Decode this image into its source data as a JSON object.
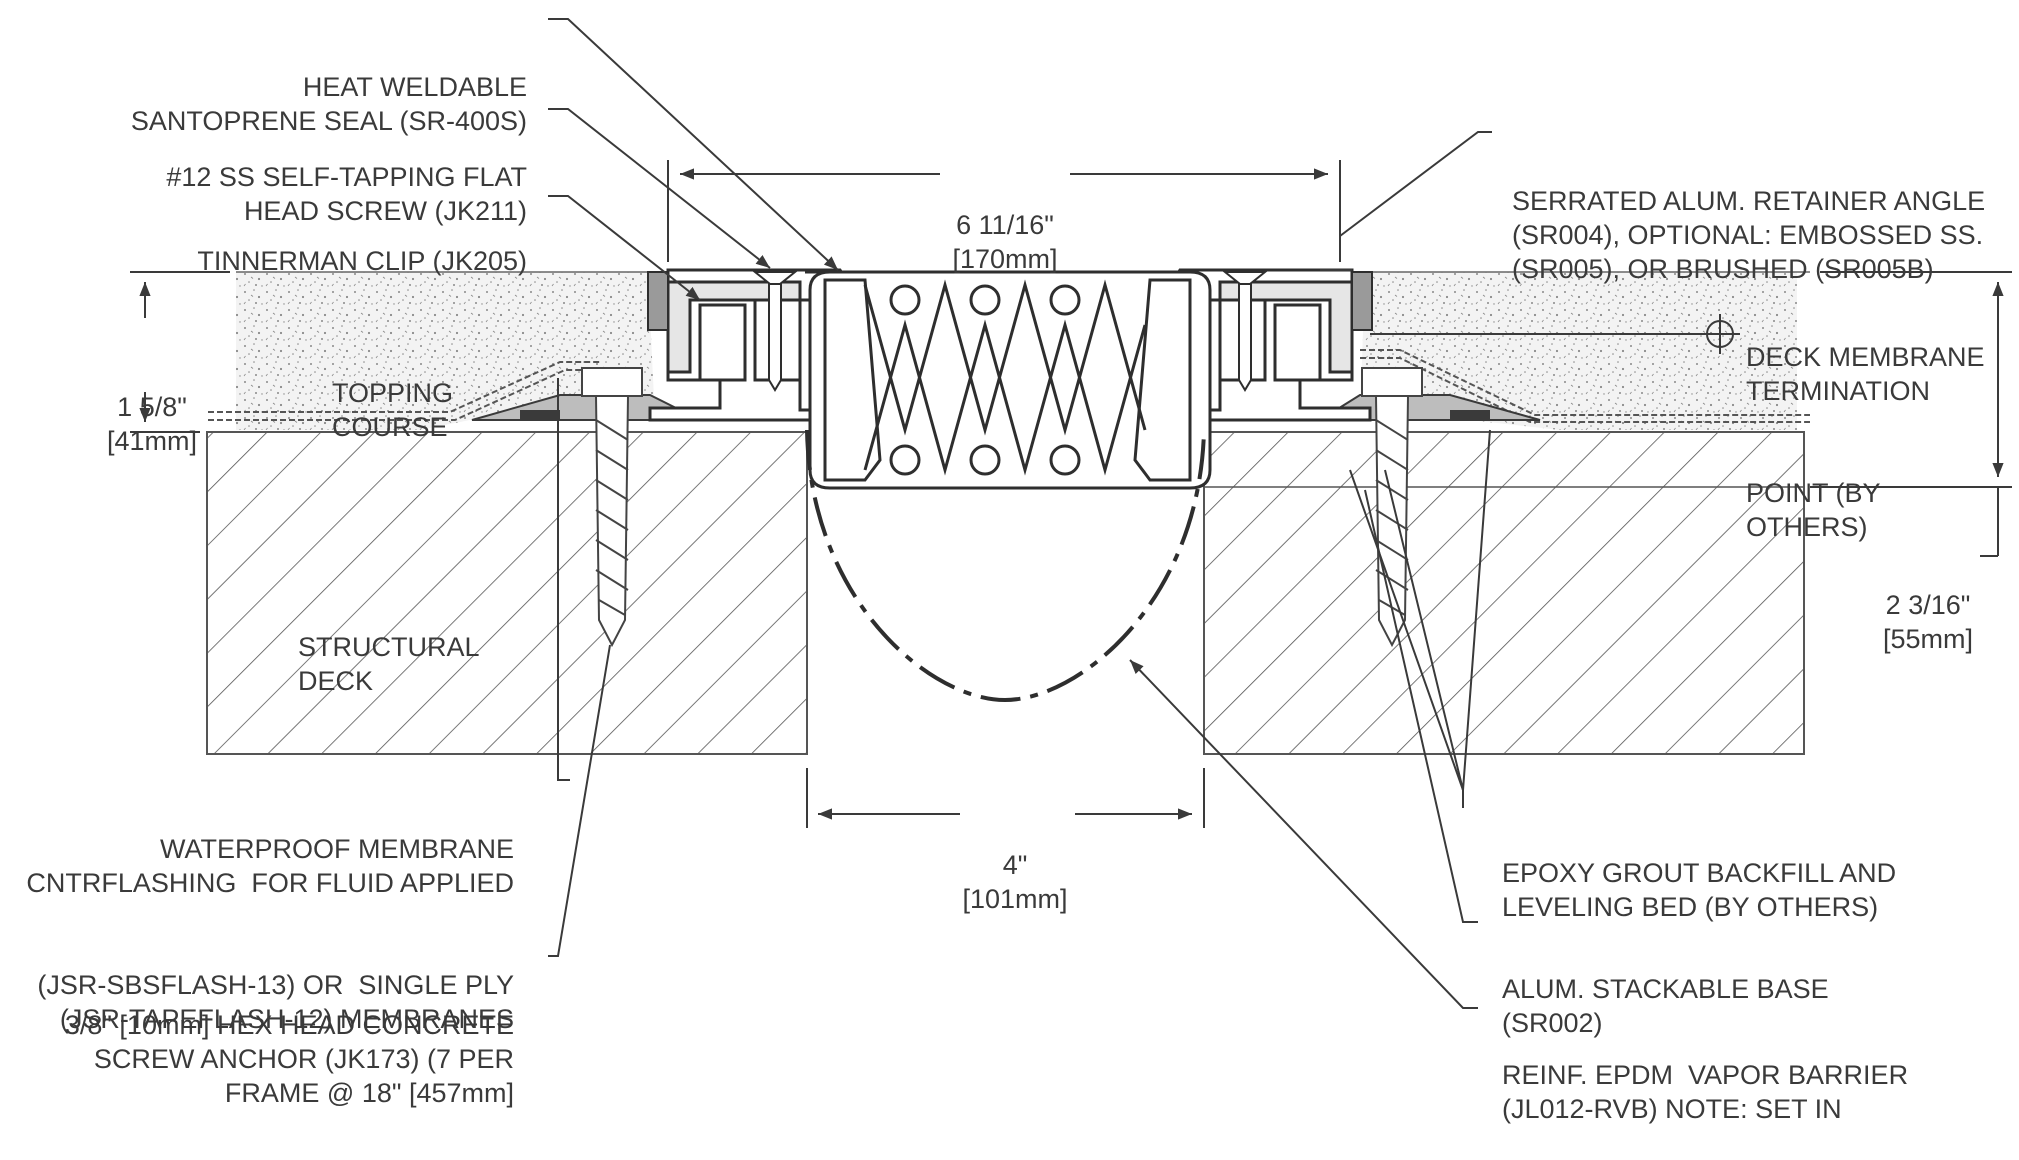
{
  "colors": {
    "ink": "#3a3a3a",
    "hatch": "#555555",
    "topping": "#f0f0f0",
    "deck": "#ffffff"
  },
  "labels": {
    "heat_seal": [
      "HEAT WELDABLE",
      "SANTOPRENE SEAL (SR-400S)"
    ],
    "flat_screw": [
      "#12 SS SELF-TAPPING FLAT",
      "HEAD SCREW (JK211)"
    ],
    "tinnerman": [
      "TINNERMAN CLIP (JK205)"
    ],
    "topping": [
      "TOPPING",
      "COURSE"
    ],
    "structural": [
      "STRUCTURAL",
      "DECK"
    ],
    "waterproof": [
      "WATERPROOF MEMBRANE",
      "CNTRFLASHING  FOR FLUID APPLIED",
      "(JSR-SBSFLASH-13) OR  SINGLE PLY",
      "(JSR-TAPEFLASH-12) MEMBRANES"
    ],
    "anchor": [
      "3/8\" [10mm] HEX HEAD CONCRETE",
      "SCREW ANCHOR (JK173) (7 PER",
      "FRAME @ 18\" [457mm]"
    ],
    "retainer": [
      "SERRATED ALUM. RETAINER ANGLE",
      "(SR004), OPTIONAL: EMBOSSED SS.",
      "(SR005), OR BRUSHED (SR005B)"
    ],
    "deck_membrane": [
      "DECK MEMBRANE",
      "TERMINATION",
      "POINT (BY",
      "OTHERS)"
    ],
    "epoxy": [
      "EPOXY GROUT BACKFILL AND",
      "LEVELING BED (BY OTHERS)"
    ],
    "stackable": [
      "ALUM. STACKABLE BASE",
      "(SR002)"
    ],
    "vapor": [
      "REINF. EPDM  VAPOR BARRIER",
      "(JL012-RVB) NOTE: SET IN"
    ]
  },
  "dimensions": {
    "width_top": [
      "6 11/16\"",
      "[170mm]"
    ],
    "height_left": [
      "1 5/8\"",
      "[41mm]"
    ],
    "height_right": [
      "2 3/16\"",
      "[55mm]"
    ],
    "gap": [
      "4\"",
      "[101mm]"
    ]
  }
}
